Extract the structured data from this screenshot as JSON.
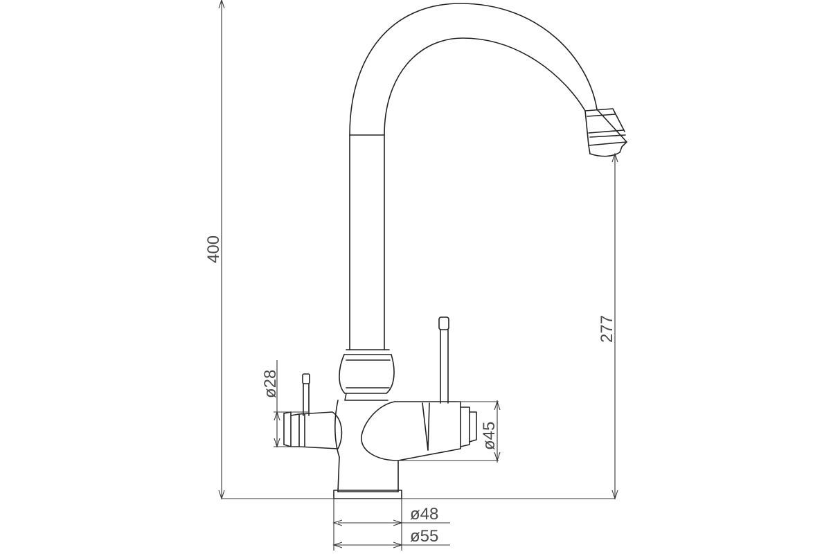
{
  "drawing": {
    "line_color": "#222222",
    "dimension_text_color": "#4a4a4a",
    "dimensions": {
      "overall_height": "400",
      "spout_height": "277",
      "side_handle_diameter": "ø28",
      "body_diameter": "ø45",
      "base_diameter_small": "ø48",
      "base_diameter_large": "ø55"
    }
  }
}
